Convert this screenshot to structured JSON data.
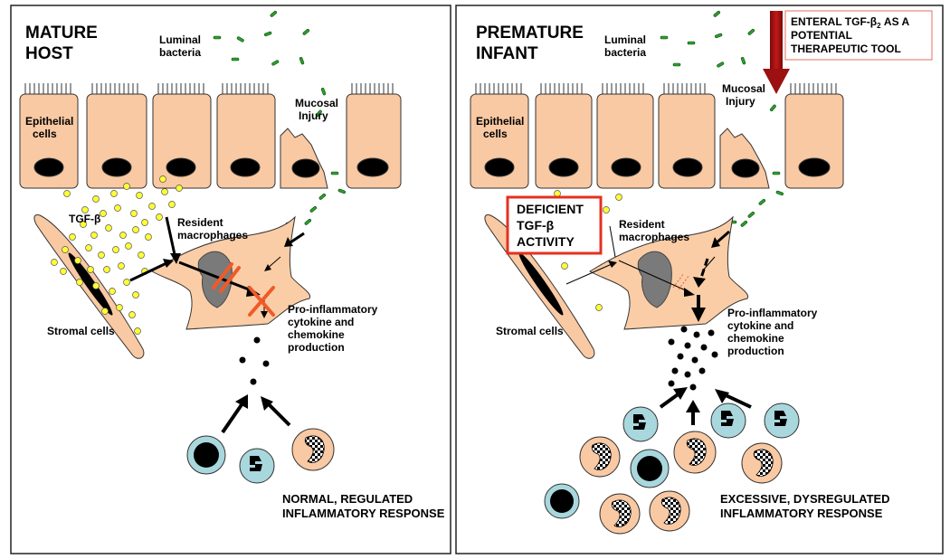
{
  "left": {
    "title": [
      "MATURE",
      "HOST"
    ],
    "luminal": [
      "Luminal",
      "bacteria"
    ],
    "mucosal": [
      "Mucosal",
      "Injury"
    ],
    "epithelial": [
      "Epithelial",
      "cells"
    ],
    "tgf": "TGF-β",
    "resident": [
      "Resident",
      "macrophages"
    ],
    "proinflam": [
      "Pro-inflammatory",
      "cytokine and",
      "chemokine",
      "production"
    ],
    "stromal": "Stromal cells",
    "response": [
      "NORMAL, REGULATED",
      "INFLAMMATORY RESPONSE"
    ]
  },
  "right": {
    "title": [
      "PREMATURE",
      "INFANT"
    ],
    "luminal": [
      "Luminal",
      "bacteria"
    ],
    "mucosal": [
      "Mucosal",
      "Injury"
    ],
    "epithelial": [
      "Epithelial",
      "cells"
    ],
    "deficient": [
      "DEFICIENT",
      "TGF-β",
      "ACTIVITY"
    ],
    "resident": [
      "Resident",
      "macrophages"
    ],
    "proinflam": [
      "Pro-inflammatory",
      "cytokine and",
      "chemokine",
      "production"
    ],
    "stromal": "Stromal cells",
    "response": [
      "EXCESSIVE, DYSREGULATED",
      "INFLAMMATORY RESPONSE"
    ],
    "therapy": [
      "ENTERAL TGF-β",
      "2",
      " AS A",
      "POTENTIAL",
      "THERAPEUTIC TOOL"
    ]
  },
  "colors": {
    "cell_fill": "#f9c9a3",
    "macrophage_fill": "#fbcda6",
    "tgf_dot": "#ffff33",
    "bacteria": "#2e9e2e",
    "leukocyte_blue": "#a9d7de",
    "inhibit_red": "#f05a28",
    "alert_red": "#e53020",
    "therapy_arrow": "#9b1010",
    "nucleus_gray": "#7a7a7a"
  }
}
